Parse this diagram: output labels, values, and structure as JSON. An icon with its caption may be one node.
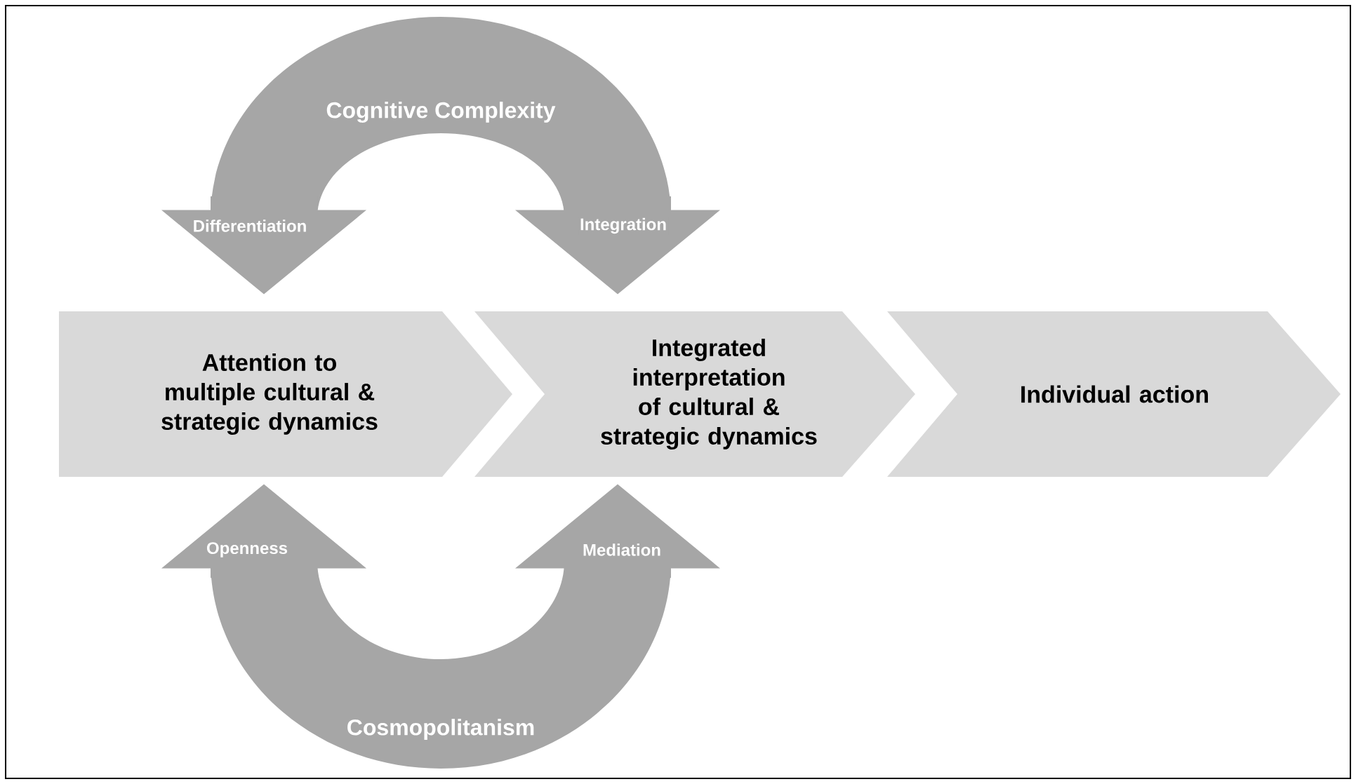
{
  "diagram": {
    "nodes": [
      {
        "text": [
          "Attention to multiple cultural & strategic dynamics"
        ]
      },
      {
        "text": [
          "Integrated interpretation of cultural & strategic dynamics"
        ]
      },
      {
        "text": [
          "Individual action"
        ]
      },
      {
        "text": [
          "Cognitive Complexity"
        ]
      },
      {
        "text": [
          "Cosmopolitanism"
        ]
      }
    ],
    "edges": [
      {
        "from": 3,
        "to": 0,
        "arrow": "to",
        "label": "Differentiation"
      },
      {
        "from": 3,
        "to": 1,
        "arrow": "to",
        "label": "Integration"
      },
      {
        "from": 4,
        "to": 0,
        "arrow": "to",
        "label": "Openness"
      },
      {
        "from": 4,
        "to": 1,
        "arrow": "to",
        "label": "Mediation"
      }
    ]
  }
}
